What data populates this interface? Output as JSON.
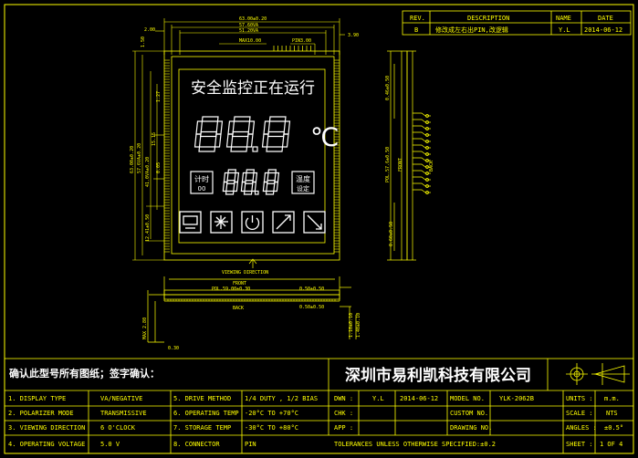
{
  "revision": {
    "headers": [
      "REV.",
      "DESCRIPTION",
      "NAME",
      "DATE"
    ],
    "row": {
      "rev": "B",
      "description": "修改成左右出PIN,改逻辑",
      "name": "Y.L",
      "date": "2014-06-12"
    }
  },
  "dimensions": {
    "width_outer": "63.00±0.20",
    "width_vo": "57.60VA",
    "width_va": "51.20VA",
    "max_left": "MAX10.00",
    "pin_spec": "PIN3.00",
    "right_offset": "3.90",
    "left_top": "2.00",
    "left_pitch": "1.50",
    "vert_outer": "63.00±0.20",
    "vert_vo": "57.6VA±0.20",
    "vert_va": "41.0VA±0.20",
    "vert_a": "15.15",
    "vert_b": "1.27",
    "vert_c": "0.05",
    "vert_d": "12.41±0.50",
    "side_a": "0.46±0.50",
    "side_b": "POL.57.6±0.50",
    "side_c": "0.60±0.50",
    "front_label": "FRONT",
    "back_label": "BACK",
    "pol_dim": "POL.59.00±0.30",
    "left_bottom": "0.30",
    "max_thick": "MAX 2.80",
    "h_a": "0.50±0.50",
    "h_b": "0.50±0.50",
    "h_c": "1.10±0.10",
    "h_d": "1.40±0.10"
  },
  "display": {
    "banner": "安全监控正在运行",
    "main_digits": "88.8",
    "unit": "℃",
    "sub_digits": "88.8",
    "left_box_top": "计时",
    "left_box_bottom": "00",
    "right_box_top": "温度",
    "right_box_bottom": "设定",
    "icons": [
      "printer-icon",
      "snowflake-icon",
      "power-icon",
      "arrow-up-icon",
      "arrow-down-icon"
    ]
  },
  "viewing_label": "VIEWING DIRECTION",
  "company": "深圳市易利凯科技有限公司",
  "confirm_text": "确认此型号所有图纸；签字确认：",
  "specs": [
    {
      "no": "1.",
      "label": "DISPLAY TYPE",
      "value": "VA/NEGATIVE",
      "no2": "5.",
      "label2": "DRIVE METHOD",
      "value2": "1/4 DUTY , 1/2 BIAS"
    },
    {
      "no": "2.",
      "label": "POLARIZER MODE",
      "value": "TRANSMISSIVE",
      "no2": "6.",
      "label2": "OPERATING TEMP",
      "value2": "-20°C TO +70°C"
    },
    {
      "no": "3.",
      "label": "VIEWING DIRECTION",
      "value": "6 O'CLOCK",
      "no2": "7.",
      "label2": "STORAGE TEMP",
      "value2": "-30°C TO +80°C"
    },
    {
      "no": "4.",
      "label": "OPERATING VOLTAGE",
      "value": "5.0 V",
      "no2": "8.",
      "label2": "CONNECTOR",
      "value2": "PIN"
    }
  ],
  "title_block": {
    "dwn_label": "DWN :",
    "dwn_name": "Y.L",
    "dwn_date": "2014-06-12",
    "model_label": "MODEL NO.",
    "model_value": "YLK-2062B",
    "units_label": "UNITS :",
    "units_value": "m.m.",
    "chk_label": "CHK :",
    "custom_label": "CUSTOM NO.",
    "scale_label": "SCALE :",
    "scale_value": "NTS",
    "app_label": "APP :",
    "drawing_label": "DRAWING NO.",
    "angles_label": "ANGLES :",
    "angles_value": "±0.5°",
    "tolerance": "TOLERANCES UNLESS OTHERWISE SPECIFIED:±0.2",
    "sheet_label": "SHEET :",
    "sheet_value": "1 OF 4"
  },
  "colors": {
    "line": "#ffff00",
    "segment": "#ffffff",
    "bg": "#000000"
  }
}
